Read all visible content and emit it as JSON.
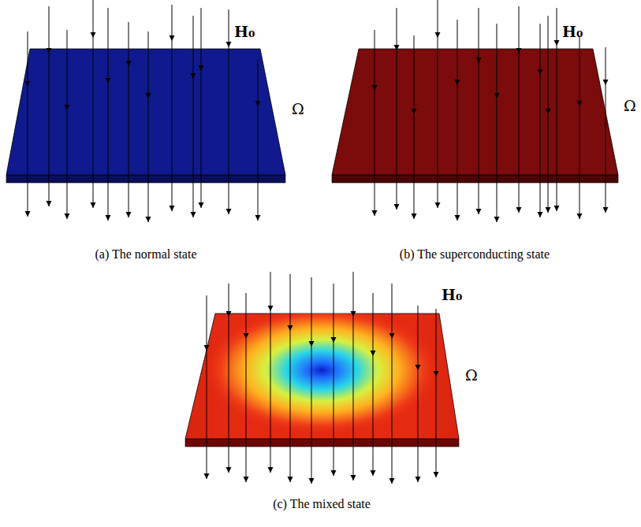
{
  "diagram": {
    "labels": [
      "H₀",
      "Ω",
      "(a) The normal state",
      "H₀",
      "Ω",
      "(b) The superconducting state",
      "H₀",
      "Ω",
      "(c) The mixed state"
    ]
  }
}
